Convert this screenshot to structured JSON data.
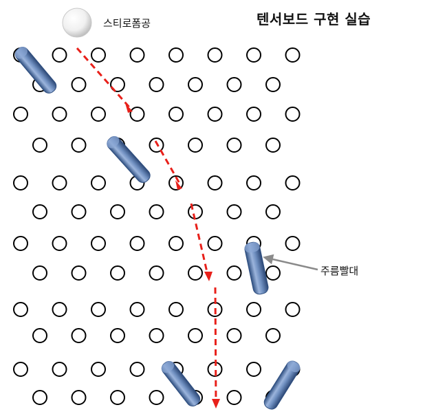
{
  "title": "텐서보드 구현 실습",
  "labels": {
    "ball": "스티로폼공",
    "straw": "주름빨대"
  },
  "colors": {
    "peg_stroke": "#000000",
    "path": "#e8201a",
    "straw_fill": "#6f8fc0",
    "straw_edge": "#2f4f80",
    "arrow": "#8a8a8a"
  }
}
